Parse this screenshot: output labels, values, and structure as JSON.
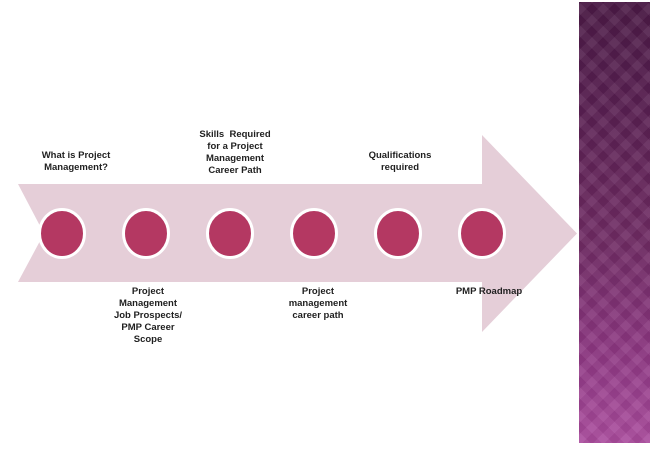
{
  "slide": {
    "background": "#ffffff",
    "description": "Project management career roadmap process arrow with six milestone circles"
  },
  "diagram": {
    "type": "timeline-arrow",
    "direction": "right",
    "steps": [
      {
        "label": "What is Project\nManagement?",
        "position": "above"
      },
      {
        "label": "Project\nManagement\nJob Prospects/\nPMP Career\nScope",
        "position": "below"
      },
      {
        "label": "Skills  Required\nfor a Project\nManagement\nCareer Path",
        "position": "above"
      },
      {
        "label": "Project\nmanagement\ncareer path",
        "position": "below"
      },
      {
        "label": "Qualifications\nrequired",
        "position": "above"
      },
      {
        "label": "PMP Roadmap",
        "position": "below"
      }
    ]
  },
  "colors": {
    "arrow_fill": "#e5ced8",
    "circle_fill": "#b43862",
    "circle_ring": "#ffffff",
    "label_text": "#1f1f1f",
    "accent_bar_stops": [
      "#4b1a46 0%",
      "#5c2154 28%",
      "#702b64 55%",
      "#8c3781 78%",
      "#aa4b9d 100%"
    ]
  }
}
